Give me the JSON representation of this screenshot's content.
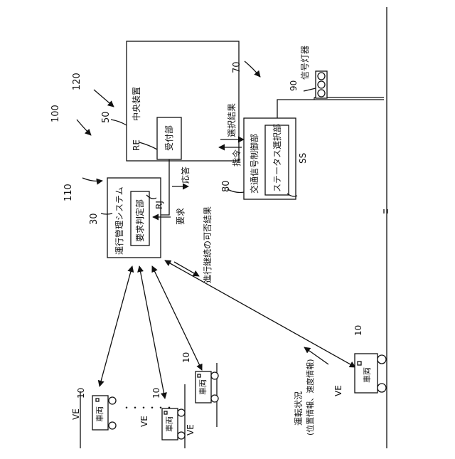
{
  "labels": {
    "system_100": "100",
    "central_120": "120",
    "central_50": "50",
    "central_title": "中央装置",
    "re": "RE",
    "reception": "受付部",
    "signal_70": "70",
    "signal_lamp_90": "90",
    "signal_lamp": "信号灯器",
    "selection_result": "選択結果",
    "command": "指令",
    "traffic_80": "80",
    "traffic_title": "交通信号制御部",
    "status_select": "ステータス選択部",
    "ss": "SS",
    "response": "応答",
    "request": "要求",
    "ops_110": "110",
    "ops_30": "30",
    "ops_title": "運行管理システム",
    "rj": "RJ",
    "request_judge": "要求判定部",
    "continue_result": "進行継続の可否結果",
    "drive_status": "運転状況",
    "drive_info": "(位置情報、速度情報)",
    "ve": "VE",
    "ten": "10",
    "vehicle": "車両",
    "dots": "・・・・・・"
  }
}
